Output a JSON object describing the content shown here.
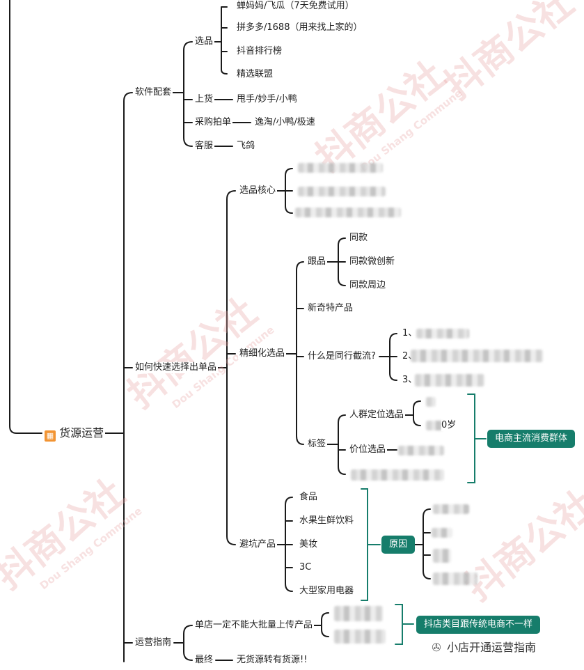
{
  "root": {
    "label": "货源运营",
    "icon": "product-icon"
  },
  "colors": {
    "line": "#1a1a1a",
    "tag": "#167d6b",
    "watermark": "#e9a3a3"
  },
  "branches": {
    "software": {
      "label": "软件配套",
      "xuanpin": {
        "label": "选品",
        "items": [
          "蝉妈妈/飞瓜（7天免费试用）",
          "拼多多/1688（用来找上家的）",
          "抖音排行榜",
          "精选联盟"
        ]
      },
      "shanghuo": {
        "label": "上货",
        "value": "甩手/妙手/小鸭"
      },
      "caigou": {
        "label": "采购拍单",
        "value": "逸淘/小鸭/极速"
      },
      "kefu": {
        "label": "客服",
        "value": "飞鸽"
      }
    },
    "quick": {
      "label": "如何快速选择出单品",
      "core": {
        "label": "选品核心"
      },
      "fine": {
        "label": "精细化选品",
        "follow": {
          "label": "跟品",
          "items": [
            "同款",
            "同款微创新",
            "同款周边"
          ]
        },
        "novel": {
          "label": "新奇特产品"
        },
        "intercept": {
          "label": "什么是同行截流?",
          "items": [
            "1、",
            "2、",
            "3、"
          ]
        },
        "tags": {
          "label": "标签",
          "crowd": {
            "label": "人群定位选品",
            "age": "0岁"
          },
          "price": {
            "label": "价位选品"
          },
          "note": "电商主流消费群体"
        }
      },
      "avoid": {
        "label": "避坑产品",
        "items": [
          "食品",
          "水果生鲜饮料",
          "美妆",
          "3C",
          "大型家用电器"
        ],
        "reason": "原因"
      }
    },
    "guide": {
      "label": "运营指南",
      "single": {
        "label": "单店一定不能大批量上传产品",
        "note": "抖店类目跟传统电商不一样"
      },
      "final": {
        "label": "最终",
        "value": "无货源转有货源!!"
      }
    }
  },
  "watermark": {
    "brand": "抖商公社",
    "en": "Dou Shang Commune"
  },
  "footer": {
    "text": "小店开通运营指南",
    "icon": "wechat-icon"
  }
}
